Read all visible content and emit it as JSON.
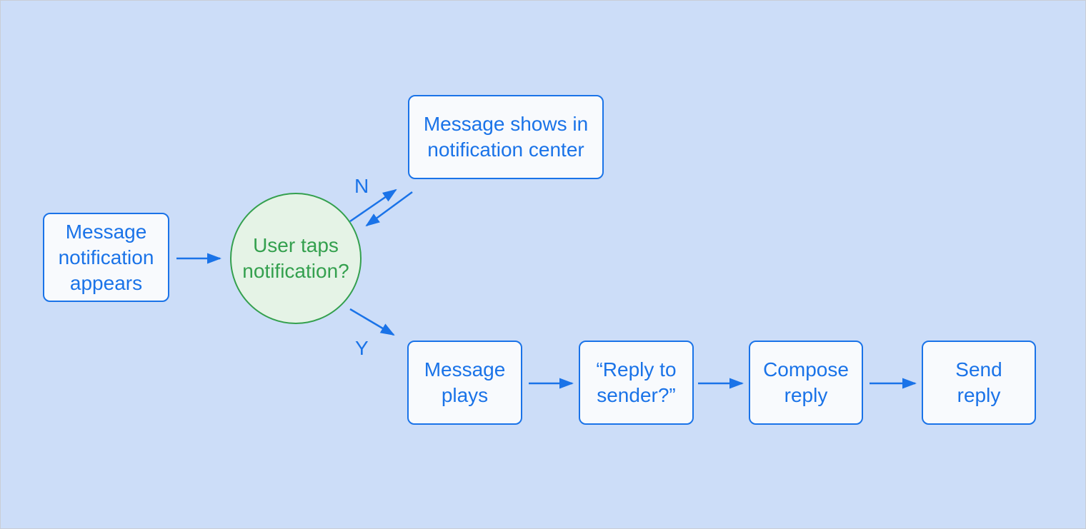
{
  "palette": {
    "bg": "#CCDDF8",
    "blue": "#1A73E8",
    "green": "#34A04E",
    "green_fill": "#E5F3E6",
    "node_fill": "#F8FAFD"
  },
  "flowchart": {
    "start_node": {
      "label": [
        "Message",
        "notification",
        "appears"
      ]
    },
    "decision_node": {
      "label": [
        "User taps",
        "notification?"
      ]
    },
    "no_branch": {
      "label": "N",
      "node": {
        "label": [
          "Message shows in",
          "notification center"
        ]
      }
    },
    "yes_branch": {
      "label": "Y",
      "nodes": [
        {
          "label": [
            "Message",
            "plays"
          ]
        },
        {
          "label": [
            "“Reply to",
            "sender?”"
          ]
        },
        {
          "label": [
            "Compose",
            "reply"
          ]
        },
        {
          "label": [
            "Send",
            "reply"
          ]
        }
      ]
    }
  }
}
